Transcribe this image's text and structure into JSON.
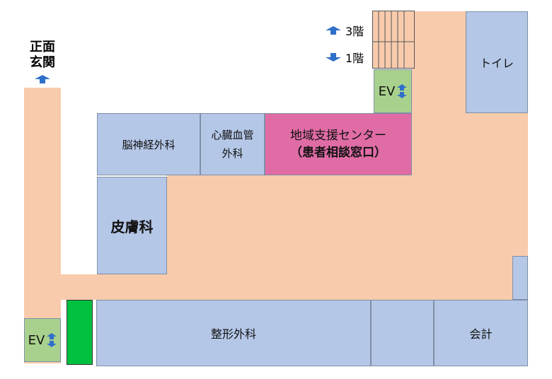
{
  "entrance": {
    "line1": "正面",
    "line2": "玄関"
  },
  "stairs": {
    "up_label": "3階",
    "down_label": "1階"
  },
  "rooms": {
    "toilet": "トイレ",
    "neurosurgery": "脳神経外科",
    "cardio_line1": "心臓血管",
    "cardio_line2": "外科",
    "support_line1": "地域支援センター",
    "support_line2": "（患者相談窓口）",
    "dermatology": "皮膚科",
    "orthopedics": "整形外科",
    "cashier": "会計"
  },
  "elevator": {
    "label": "EV"
  },
  "colors": {
    "corridor": "#f8cbad",
    "room": "#b4c7e7",
    "elevator": "#a9d18e",
    "support_center": "#e06ca6",
    "green_block": "#00c040",
    "arrow": "#2f6fc9"
  },
  "icons": {
    "up": "arrow-up-icon",
    "down": "arrow-down-icon",
    "updown": "arrow-updown-icon"
  }
}
